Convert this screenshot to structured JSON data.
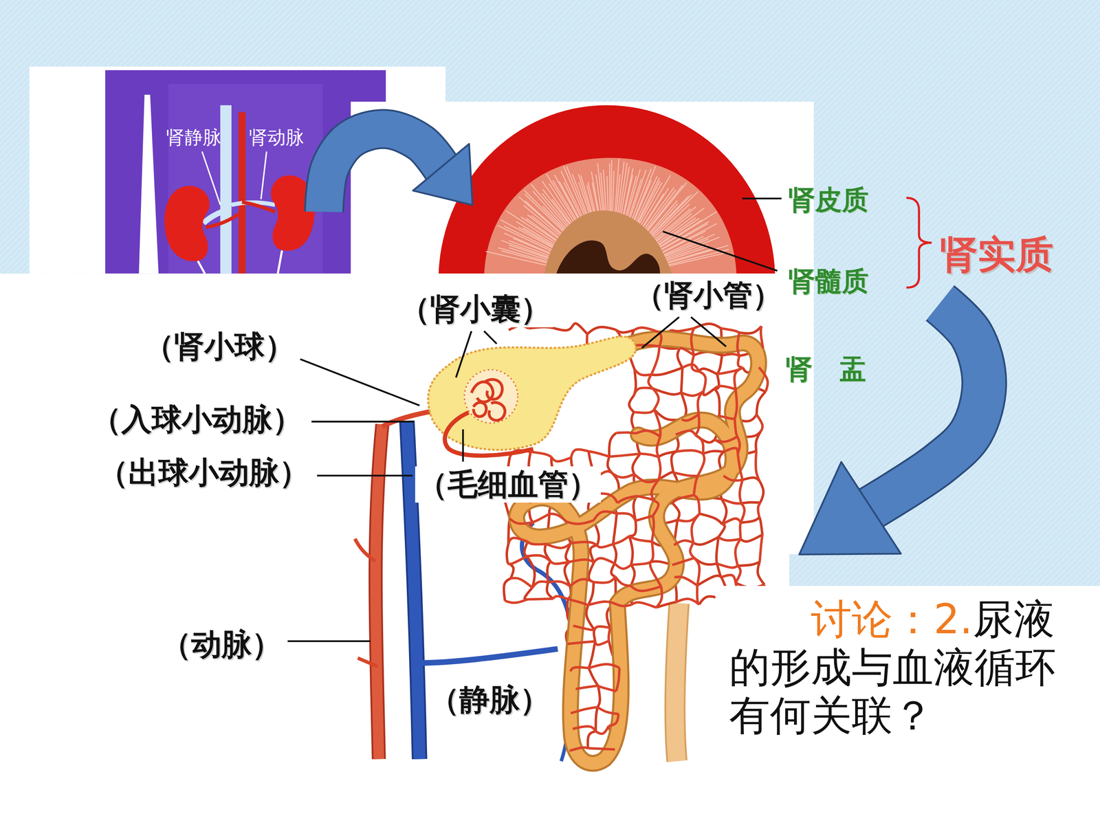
{
  "diagram": {
    "nodes": [
      {
        "text": [
          "讨论：2.",
          "尿液的形成与血液循环有何关联？"
        ]
      }
    ],
    "labels": [
      "肾静脉",
      "肾动脉",
      "肾皮质",
      "肾髓质",
      "肾实质",
      "肾　盂",
      "（肾小囊）",
      "（肾小管）",
      "（肾小球）",
      "（入球小动脉）",
      "（出球小动脉）",
      "（毛细血管）",
      "（动脉）",
      "（静脉）"
    ]
  }
}
